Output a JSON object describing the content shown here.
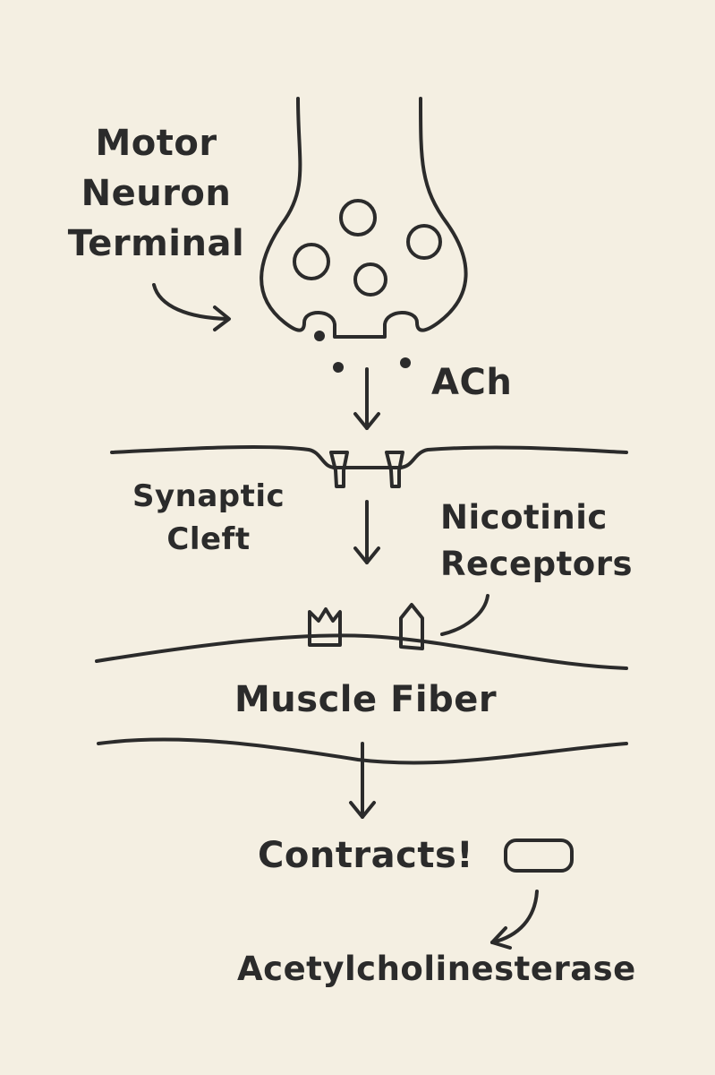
{
  "labels": {
    "motor_neuron_terminal": [
      "Motor",
      "Neuron",
      "Terminal"
    ],
    "ach": "ACh",
    "synaptic_cleft": [
      "Synaptic",
      "Cleft"
    ],
    "nicotinic_receptors": [
      "Nicotinic",
      "Receptors"
    ],
    "muscle_fiber": "Muscle Fiber",
    "contracts": "Contracts!",
    "acetylcholinesterase": "Acetylcholinesterase"
  },
  "colors": {
    "background": "#f4efe2",
    "ink": "#2b2b2b"
  }
}
